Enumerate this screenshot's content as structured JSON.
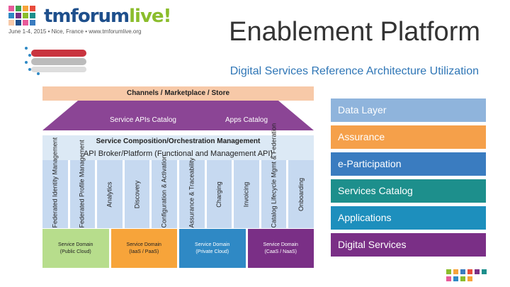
{
  "header": {
    "logo_brand_tm": "tm",
    "logo_brand_forum": "forum",
    "logo_brand_live": "live!",
    "logo_sub": "June 1-4, 2015 • Nice, France • www.tmforumlive.org",
    "title": "Enablement Platform",
    "subtitle": "Digital Services Reference Architecture Utilization"
  },
  "diagram": {
    "channels": "Channels / Marketplace / Store",
    "catalogs": [
      "Service APIs Catalog",
      "Apps Catalog"
    ],
    "composition": "Service Composition/Orchestration Management",
    "broker": "API Broker/Platform (Functional and Management API)",
    "columns": [
      {
        "label": "Federated Identity Management",
        "color": "#c6d9f0"
      },
      {
        "label": "Federated Profile Management",
        "color": "#c6d9f0"
      },
      {
        "label": "Analytics",
        "color": "#c6d9f0"
      },
      {
        "label": "Discovery",
        "color": "#c6d9f0"
      },
      {
        "label": "Configuration & Activation",
        "color": "#c6d9f0"
      },
      {
        "label": "Assurance & Traceability",
        "color": "#c6d9f0"
      },
      {
        "label": "Charging",
        "color": "#c6d9f0"
      },
      {
        "label": "Invoicing",
        "color": "#c6d9f0"
      },
      {
        "label": "Catalog Lifecycle Mgmt & Federation",
        "color": "#c6d9f0"
      },
      {
        "label": "Onboarding",
        "color": "#c6d9f0"
      }
    ],
    "domains": [
      {
        "line1": "Service Domain",
        "line2": "(Public Cloud)",
        "color": "#b7dd8c",
        "text": "#222"
      },
      {
        "line1": "Service Domain",
        "line2": "(IaaS / PaaS)",
        "color": "#f7a43a",
        "text": "#222"
      },
      {
        "line1": "Service Domain",
        "line2": "(Private Cloud)",
        "color": "#2f89c5",
        "text": "#ffffff"
      },
      {
        "line1": "Service Domain",
        "line2": "(CaaS / NaaS)",
        "color": "#7a2f86",
        "text": "#ffffff"
      }
    ]
  },
  "right_panel": [
    {
      "label": "Data Layer",
      "color": "#8fb4dc"
    },
    {
      "label": "Assurance",
      "color": "#f5a04a"
    },
    {
      "label": "e-Participation",
      "color": "#3a7cc0"
    },
    {
      "label": "Services Catalog",
      "color": "#1d8f8c"
    },
    {
      "label": "Applications",
      "color": "#1d8fbd"
    },
    {
      "label": "Digital Services",
      "color": "#7a2f86"
    }
  ]
}
